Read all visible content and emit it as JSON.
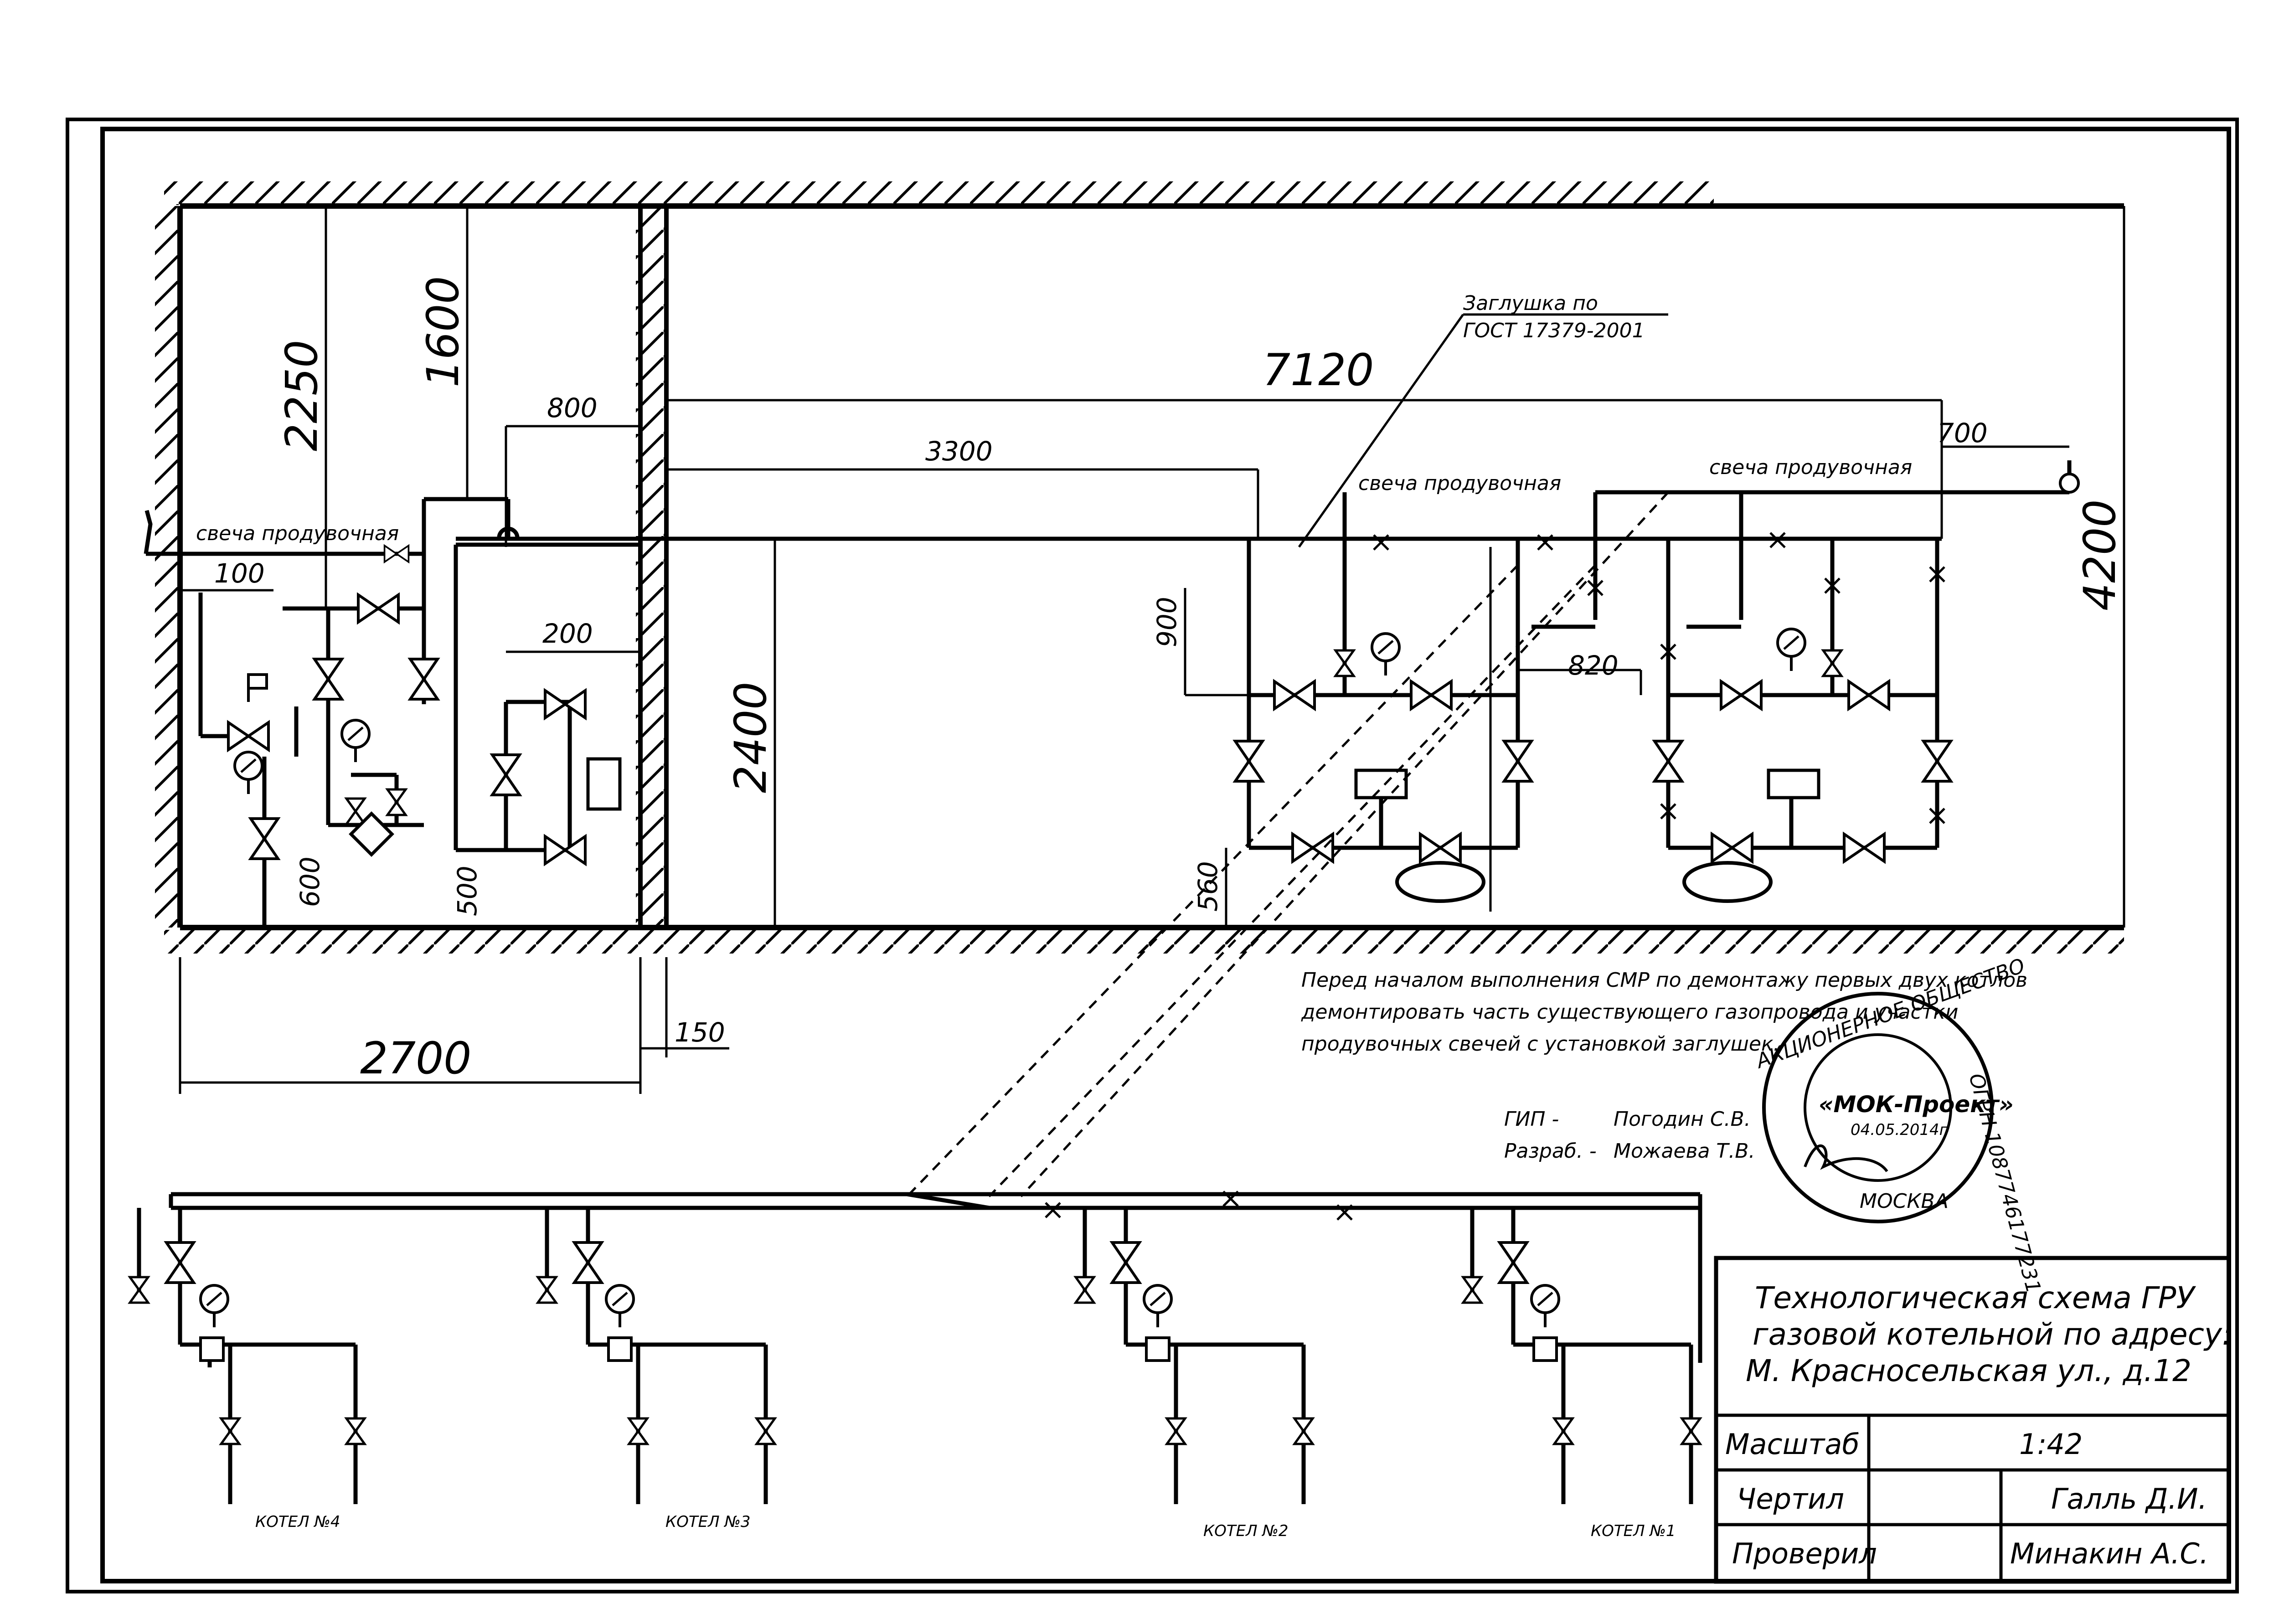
{
  "dimensions": {
    "d2250": "2250",
    "d1600": "1600",
    "d800": "800",
    "d100": "100",
    "d200": "200",
    "d600": "600",
    "d500": "500",
    "d2400": "2400",
    "d2700": "2700",
    "d150": "150",
    "d7120": "7120",
    "d3300": "3300",
    "d900": "900",
    "d820": "820",
    "d560": "560",
    "d700": "700",
    "d4200": "4200"
  },
  "labels": {
    "purge_candle": "свеча продувочная",
    "plug_line1": "Заглушка по",
    "plug_line2": "ГОСТ 17379-2001"
  },
  "note": {
    "line1": "Перед началом выполнения СМР по демонтажу первых двух котлов",
    "line2": "демонтировать часть существующего газопровода и участки",
    "line3": "продувочных свечей с установкой заглушек."
  },
  "people": {
    "gip_role": "ГИП -",
    "gip_name": "Погодин С.В.",
    "dev_role": "Разраб. -",
    "dev_name": "Можаева Т.В."
  },
  "stamp": {
    "center": "«МОК-Проект»",
    "ring_top": "АКЦИОНЕРНОЕ ОБЩЕСТВО",
    "ring_right": "ОГРН 1087746177231",
    "ring_bottom": "МОСКВА",
    "date": "04.05.2014г"
  },
  "boilers": [
    "КОТЕЛ №4",
    "КОТЕЛ №3",
    "КОТЕЛ №2",
    "КОТЕЛ №1"
  ],
  "title_block": {
    "title_line1": "Технологическая схема ГРУ",
    "title_line2": "газовой котельной по адресу:",
    "title_line3": "М. Красносельская ул., д.12",
    "scale_label": "Масштаб",
    "scale_value": "1:42",
    "drawn_label": "Чертил",
    "drawn_name": "Галль Д.И.",
    "checked_label": "Проверил",
    "checked_name": "Минакин А.С."
  }
}
